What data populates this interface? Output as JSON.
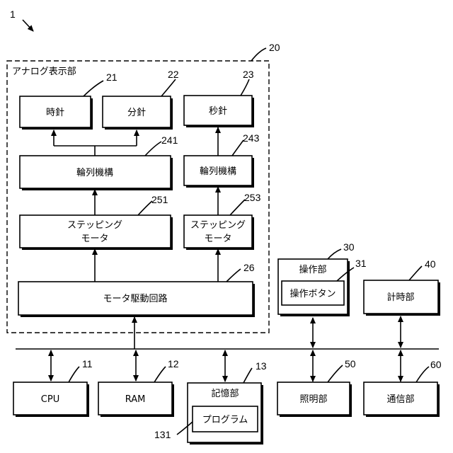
{
  "figure_number": "1",
  "analog_display": {
    "ref": "20",
    "title": "アナログ表示部",
    "hour_hand": {
      "label": "時針",
      "ref": "21"
    },
    "minute_hand": {
      "label": "分針",
      "ref": "22"
    },
    "second_hand": {
      "label": "秒針",
      "ref": "23"
    },
    "gear_train_1": {
      "label": "輪列機構",
      "ref": "241"
    },
    "gear_train_2": {
      "label": "輪列機構",
      "ref": "243"
    },
    "stepping_motor_1": {
      "line1": "ステッピング",
      "line2": "モータ",
      "ref": "251"
    },
    "stepping_motor_2": {
      "line1": "ステッピング",
      "line2": "モータ",
      "ref": "253"
    },
    "motor_drive_circuit": {
      "label": "モータ駆動回路",
      "ref": "26"
    }
  },
  "operation_unit": {
    "label": "操作部",
    "ref": "30",
    "button": {
      "label": "操作ボタン",
      "ref": "31"
    }
  },
  "timer_unit": {
    "label": "計時部",
    "ref": "40"
  },
  "cpu": {
    "label": "CPU",
    "ref": "11"
  },
  "ram": {
    "label": "RAM",
    "ref": "12"
  },
  "storage": {
    "label": "記憶部",
    "ref": "13",
    "program": {
      "label": "プログラム",
      "ref": "131"
    }
  },
  "lighting": {
    "label": "照明部",
    "ref": "50"
  },
  "communication": {
    "label": "通信部",
    "ref": "60"
  }
}
